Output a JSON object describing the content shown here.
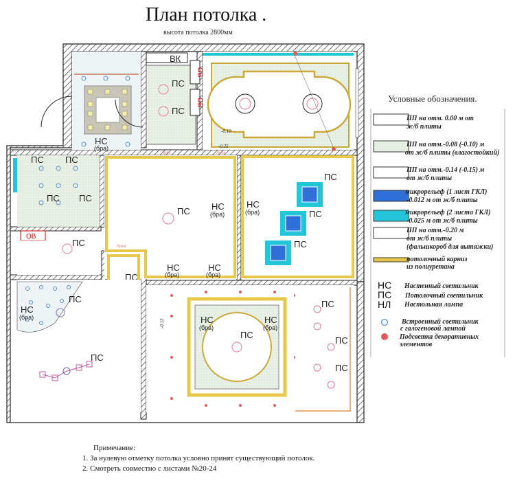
{
  "header": {
    "title": "План потолка .",
    "subtitle": "высота потолка 2800мм"
  },
  "plan": {
    "ps": "ПС",
    "ns": "НС",
    "bra": "(бра)",
    "vk": "ВК",
    "ov": "ОВ",
    "arka": "Арка",
    "levels": [
      "-0.10",
      "-0.25",
      "-0.15"
    ],
    "colors": {
      "wall": "#222222",
      "cornice": "#e8c84a",
      "micro1": "#2f6fd8",
      "micro2": "#22c6d8",
      "wet_ceiling": "#e6efe4",
      "backlight": "#e05a5a",
      "halogen": "#5a8fcf"
    }
  },
  "legend": {
    "title": "Условные обозначения.",
    "items": [
      {
        "line1": "ПП на отм.  0.00 м от",
        "line2": "ж/б плиты",
        "line3": ""
      },
      {
        "line1": "ПП на отм.-0.08 (-0.10) м",
        "line2": "от ж/б плиты (влагостойкий)",
        "line3": ""
      },
      {
        "line1": "ПП на отм.-0.14 (-0.15) м",
        "line2": "от ж/б плиты",
        "line3": ""
      },
      {
        "line1": "микрорельеф (1 лист ГКЛ)",
        "line2": "-0.012 м от ж/б плиты",
        "line3": ""
      },
      {
        "line1": "микрорельеф (2 листа ГКЛ)",
        "line2": "-0.025 м от ж/б плиты",
        "line3": ""
      },
      {
        "line1": "ПП на отм.-0.20 м",
        "line2": "от ж/б плиты",
        "line3": "(фальшкороб для вытяжки)"
      },
      {
        "line1": "потолочный карниз",
        "line2": "из полиуретана",
        "line3": ""
      }
    ],
    "abbrev": [
      {
        "code": "НС",
        "text": "Настенный светильник"
      },
      {
        "code": "ПС",
        "text": "Потолочный светильник"
      },
      {
        "code": "НЛ",
        "text": "Настольная лампа"
      }
    ],
    "symbols": [
      {
        "line1": "Встроенный светильник",
        "line2": "с галогеновой лампой"
      },
      {
        "line1": "Подсветка декоративных",
        "line2": "элементов"
      }
    ]
  },
  "notes": {
    "heading": "Примечание:",
    "items": [
      "1. За нулевую отметку потолка условно принят существующий потолок.",
      "2. Смотреть совместно с листами №20-24"
    ]
  }
}
